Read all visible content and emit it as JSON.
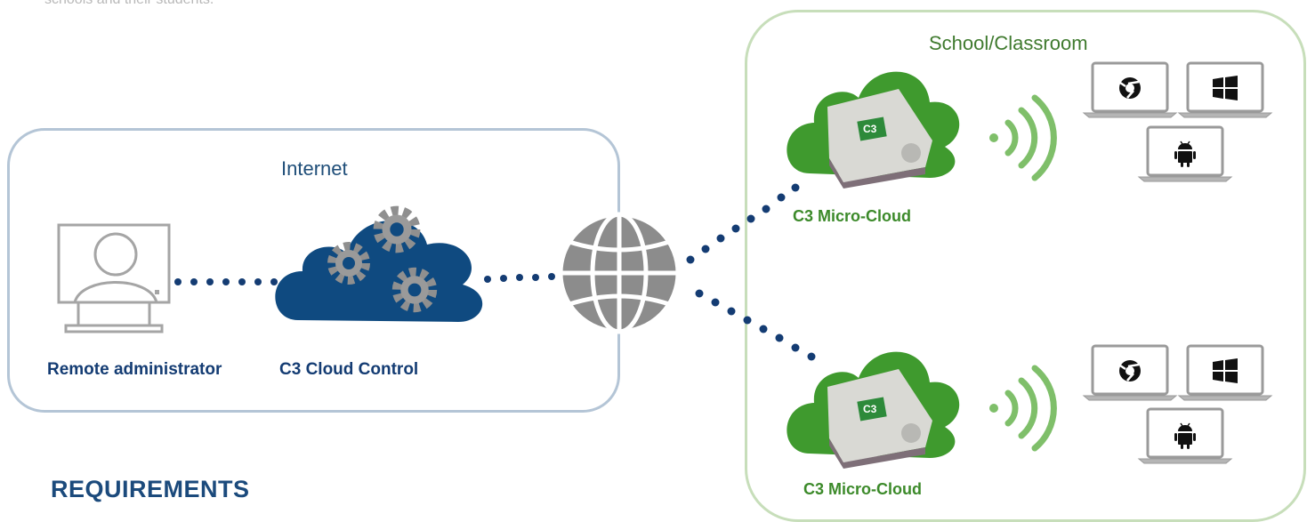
{
  "top_caption": "schools and their students.",
  "internet": {
    "title": "Internet"
  },
  "school": {
    "title": "School/Classroom"
  },
  "nodes": {
    "admin": "Remote administrator",
    "cloud_control": "C3 Cloud Control",
    "micro_cloud_top": "C3 Micro-Cloud",
    "micro_cloud_bottom": "C3 Micro-Cloud",
    "device_badge": "C3"
  },
  "section_heading": "REQUIREMENTS",
  "colors": {
    "internet_border": "#b4c5d6",
    "school_border": "#c7deba",
    "cloud_blue": "#0f4a80",
    "cloud_green": "#3f9a2e",
    "dots": "#143c73",
    "wifi": "#7fbf6a",
    "globe": "#8c8c8c"
  },
  "icons": [
    "monitor-user-icon",
    "gear-cloud-icon",
    "globe-icon",
    "green-cloud-device-icon",
    "wifi-icon",
    "laptop-chrome-icon",
    "laptop-windows-icon",
    "laptop-android-icon"
  ]
}
